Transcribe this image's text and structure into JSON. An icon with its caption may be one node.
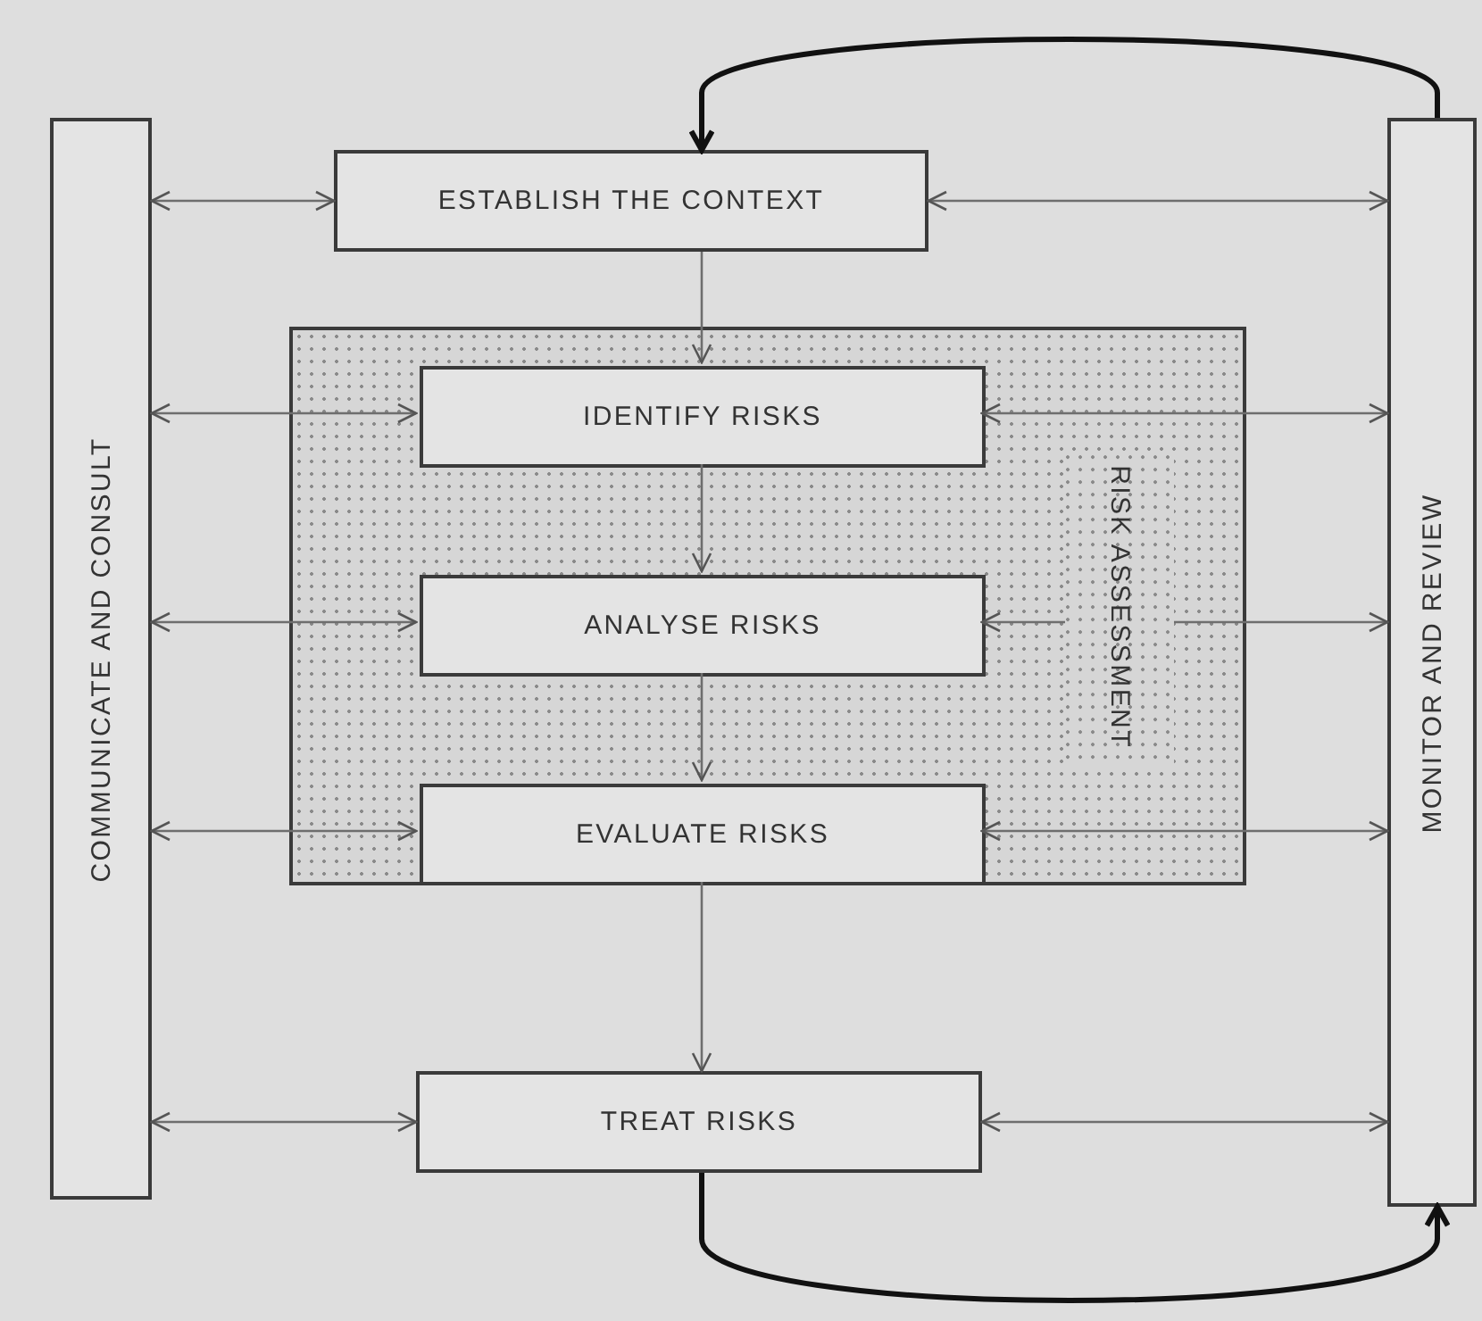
{
  "diagram": {
    "nodes": [
      {
        "text": [
          "COMMUNICATE AND CONSULT"
        ]
      },
      {
        "text": [
          "ESTABLISH THE CONTEXT"
        ]
      },
      {
        "text": [
          "RISK ASSESSMENT"
        ]
      },
      {
        "text": [
          "IDENTIFY RISKS"
        ],
        "in": 2
      },
      {
        "text": [
          "ANALYSE RISKS"
        ],
        "in": 2
      },
      {
        "text": [
          "EVALUATE RISKS"
        ],
        "in": 2
      },
      {
        "text": [
          "TREAT RISKS"
        ]
      },
      {
        "text": [
          "MONITOR AND REVIEW"
        ]
      }
    ],
    "edges": [
      {
        "from": 0,
        "to": 1,
        "arrow": "both"
      },
      {
        "from": 1,
        "to": 7,
        "arrow": "both"
      },
      {
        "from": 1,
        "to": 3,
        "arrow": "to"
      },
      {
        "from": 0,
        "to": 3,
        "arrow": "both"
      },
      {
        "from": 3,
        "to": 7,
        "arrow": "both"
      },
      {
        "from": 3,
        "to": 4,
        "arrow": "to"
      },
      {
        "from": 0,
        "to": 4,
        "arrow": "both"
      },
      {
        "from": 4,
        "to": 7,
        "arrow": "both"
      },
      {
        "from": 4,
        "to": 5,
        "arrow": "to"
      },
      {
        "from": 0,
        "to": 5,
        "arrow": "both"
      },
      {
        "from": 5,
        "to": 7,
        "arrow": "both"
      },
      {
        "from": 5,
        "to": 6,
        "arrow": "to"
      },
      {
        "from": 0,
        "to": 6,
        "arrow": "both"
      },
      {
        "from": 6,
        "to": 7,
        "arrow": "both"
      },
      {
        "from": 7,
        "to": 1,
        "arrow": "to",
        "style": "thick",
        "color": "#111111"
      },
      {
        "from": 6,
        "to": 7,
        "arrow": "to",
        "style": "thick",
        "color": "#111111"
      }
    ]
  }
}
